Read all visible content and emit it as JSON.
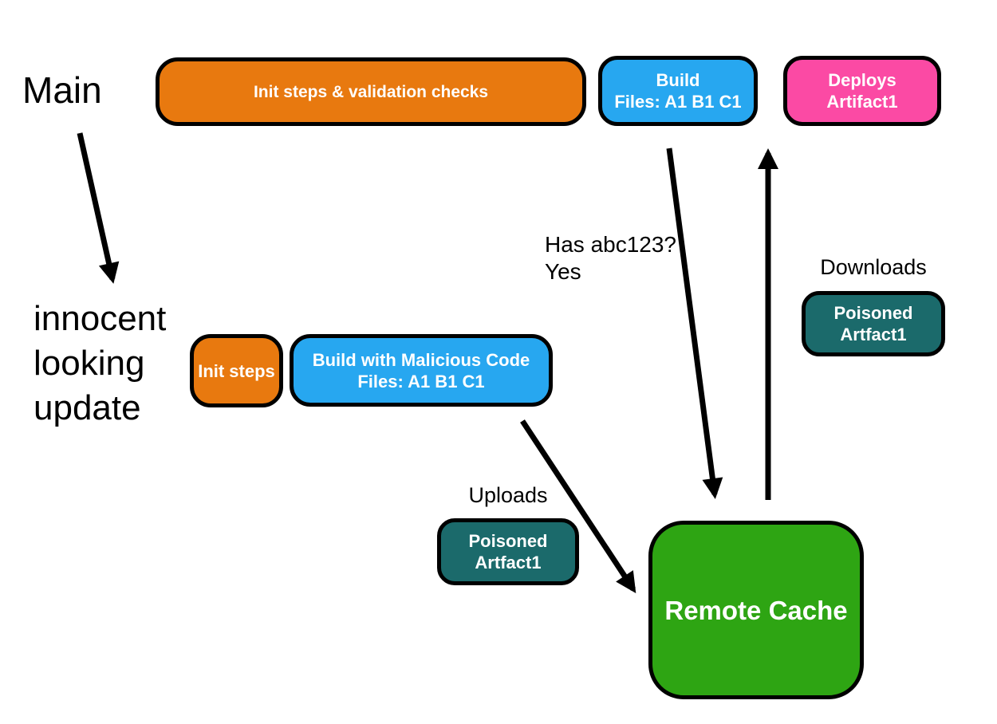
{
  "colors": {
    "orange": "#E8790F",
    "blue": "#27A7F0",
    "pink": "#FB4AA4",
    "teal": "#1B6A6B",
    "green": "#2EA513",
    "ink": "#000000",
    "text_on_node": "#FFFFFF",
    "background": "#FFFFFF"
  },
  "labels": {
    "main_branch": "Main",
    "update_branch": [
      "innocent",
      "looking",
      "update"
    ],
    "cache_query": [
      "Has abc123?",
      "Yes"
    ],
    "downloads": "Downloads",
    "uploads": "Uploads"
  },
  "nodes": {
    "init_validation": {
      "line1": "Init steps & validation checks"
    },
    "build": {
      "line1": "Build",
      "line2": "Files: A1 B1 C1"
    },
    "deploys": {
      "line1": "Deploys",
      "line2": "Artifact1"
    },
    "init_steps": {
      "line1": "Init steps"
    },
    "build_malicious": {
      "line1": "Build with Malicious Code",
      "line2": "Files: A1 B1 C1"
    },
    "poisoned_upload": {
      "line1": "Poisoned",
      "line2": "Artfact1"
    },
    "poisoned_download": {
      "line1": "Poisoned",
      "line2": "Artfact1"
    },
    "remote_cache": {
      "line1": "Remote Cache"
    }
  }
}
